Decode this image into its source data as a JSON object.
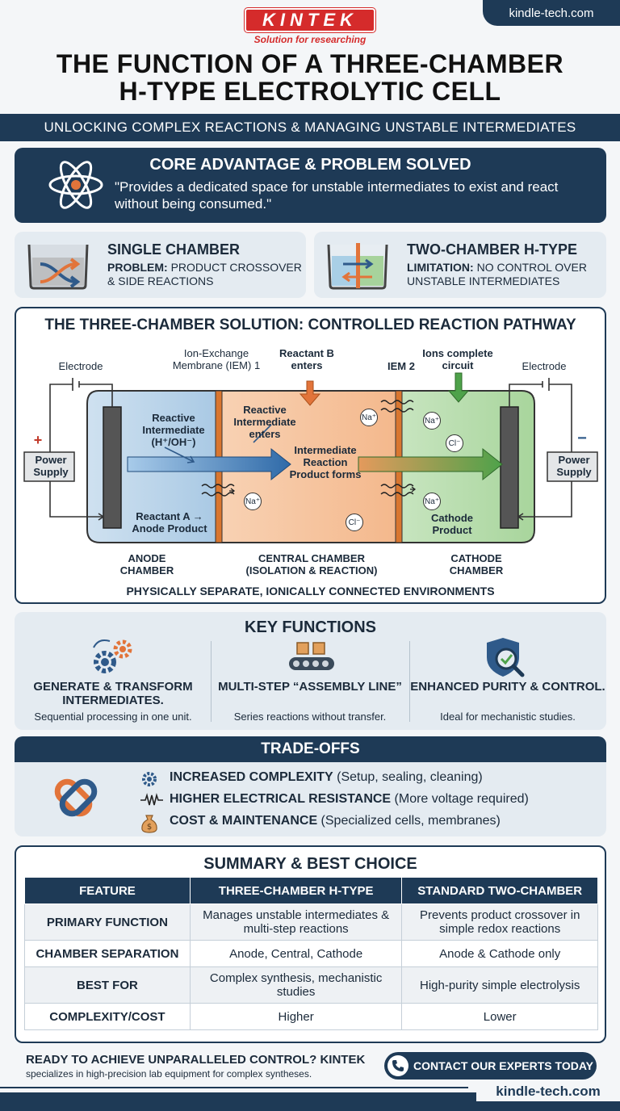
{
  "site": {
    "url": "kindle-tech.com"
  },
  "logo": {
    "name": "KINTEK",
    "tagline": "Solution for researching"
  },
  "header": {
    "title_line1": "THE FUNCTION OF A THREE-CHAMBER",
    "title_line2": "H-TYPE ELECTROLYTIC CELL",
    "subtitle": "UNLOCKING COMPLEX REACTIONS & MANAGING UNSTABLE INTERMEDIATES"
  },
  "core": {
    "title": "CORE ADVANTAGE & PROBLEM SOLVED",
    "quote": "\"Provides a dedicated space for unstable intermediates to exist and react without being consumed.\"",
    "icon": "atom-icon"
  },
  "cards": [
    {
      "title": "SINGLE CHAMBER",
      "label": "PROBLEM:",
      "text": "PRODUCT CROSSOVER & SIDE REACTIONS",
      "icon": "crossover-beaker-icon"
    },
    {
      "title": "TWO-CHAMBER H-TYPE",
      "label": "LIMITATION:",
      "text": "NO CONTROL OVER UNSTABLE INTERMEDIATES",
      "icon": "two-chamber-beaker-icon"
    }
  ],
  "diagram": {
    "title": "THE THREE-CHAMBER SOLUTION: CONTROLLED REACTION PATHWAY",
    "electrode_left": "Electrode",
    "electrode_right": "Electrode",
    "iem1": "Ion-Exchange Membrane (IEM) 1",
    "reactant_b": "Reactant B enters",
    "iem2": "IEM 2",
    "ions_complete": "Ions complete circuit",
    "power_left": "Power Supply",
    "power_right": "Power Supply",
    "plus": "+",
    "minus": "−",
    "reactive_intermediate": "Reactive Intermediate (H⁺/OH⁻)",
    "reactive_enters": "Reactive Intermediate enters",
    "intermediate_product": "Intermediate Reaction Product forms",
    "reactant_a": "Reactant A → Anode Product",
    "cathode_product": "Cathode Product",
    "ion_na": "Na⁺",
    "ion_cl": "Cl⁻",
    "anode_chamber": "ANODE CHAMBER",
    "central_chamber": "CENTRAL CHAMBER (ISOLATION & REACTION)",
    "cathode_chamber": "CATHODE CHAMBER",
    "footer": "PHYSICALLY SEPARATE, IONICALLY CONNECTED ENVIRONMENTS",
    "colors": {
      "anode": "#b9d4ea",
      "central": "#f7c7a0",
      "cathode": "#bfe0b8",
      "membrane": "#d9762f"
    }
  },
  "key_functions": {
    "title": "KEY FUNCTIONS",
    "items": [
      {
        "heading": "GENERATE & TRANSFORM INTERMEDIATES.",
        "desc": "Sequential processing in one unit.",
        "icon": "gears-icon"
      },
      {
        "heading": "MULTI-STEP “ASSEMBLY LINE”",
        "desc": "Series reactions without transfer.",
        "icon": "conveyor-icon"
      },
      {
        "heading": "ENHANCED PURITY & CONTROL.",
        "desc": "Ideal for mechanistic studies.",
        "icon": "shield-magnifier-icon"
      }
    ]
  },
  "tradeoffs": {
    "title": "TRADE-OFFS",
    "items": [
      {
        "bold": "INCREASED COMPLEXITY",
        "rest": " (Setup, sealing, cleaning)",
        "icon": "gear-icon"
      },
      {
        "bold": "HIGHER ELECTRICAL RESISTANCE",
        "rest": " (More voltage required)",
        "icon": "resistor-icon"
      },
      {
        "bold": "COST & MAINTENANCE",
        "rest": " (Specialized cells, membranes)",
        "icon": "money-bag-icon"
      }
    ]
  },
  "summary": {
    "title": "SUMMARY & BEST CHOICE",
    "headers": [
      "FEATURE",
      "THREE-CHAMBER H-TYPE",
      "STANDARD TWO-CHAMBER"
    ],
    "rows": [
      [
        "PRIMARY FUNCTION",
        "Manages unstable intermediates & multi-step reactions",
        "Prevents product crossover in simple redox reactions"
      ],
      [
        "CHAMBER SEPARATION",
        "Anode, Central, Cathode",
        "Anode & Cathode only"
      ],
      [
        "BEST FOR",
        "Complex synthesis, mechanistic studies",
        "High-purity simple electrolysis"
      ],
      [
        "COMPLEXITY/COST",
        "Higher",
        "Lower"
      ]
    ]
  },
  "cta": {
    "question": "READY TO ACHIEVE UNPARALLELED CONTROL? KINTEK",
    "desc": "specializes in high-precision lab equipment for complex syntheses.",
    "button": "CONTACT OUR EXPERTS TODAY",
    "footer_url": "kindle-tech.com"
  }
}
